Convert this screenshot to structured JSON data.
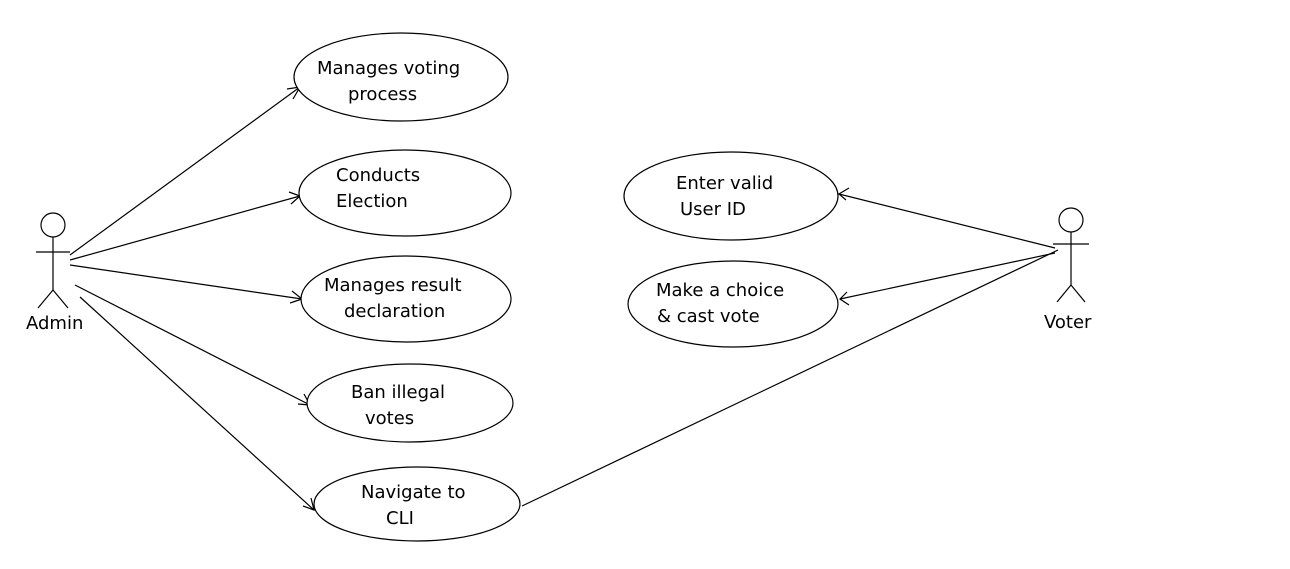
{
  "actors": {
    "admin": {
      "label": "Admin"
    },
    "voter": {
      "label": "Voter"
    }
  },
  "use_cases": {
    "manages_voting": {
      "line1": "Manages voting",
      "line2": "process"
    },
    "conducts_election": {
      "line1": "Conducts",
      "line2": "Election"
    },
    "manages_result": {
      "line1": "Manages result",
      "line2": "declaration"
    },
    "ban_illegal": {
      "line1": "Ban illegal",
      "line2": "votes"
    },
    "navigate_cli": {
      "line1": "Navigate to",
      "line2": "CLI"
    },
    "enter_user_id": {
      "line1": "Enter valid",
      "line2": "User ID"
    },
    "make_choice": {
      "line1": "Make a choice",
      "line2": "& cast vote"
    }
  }
}
